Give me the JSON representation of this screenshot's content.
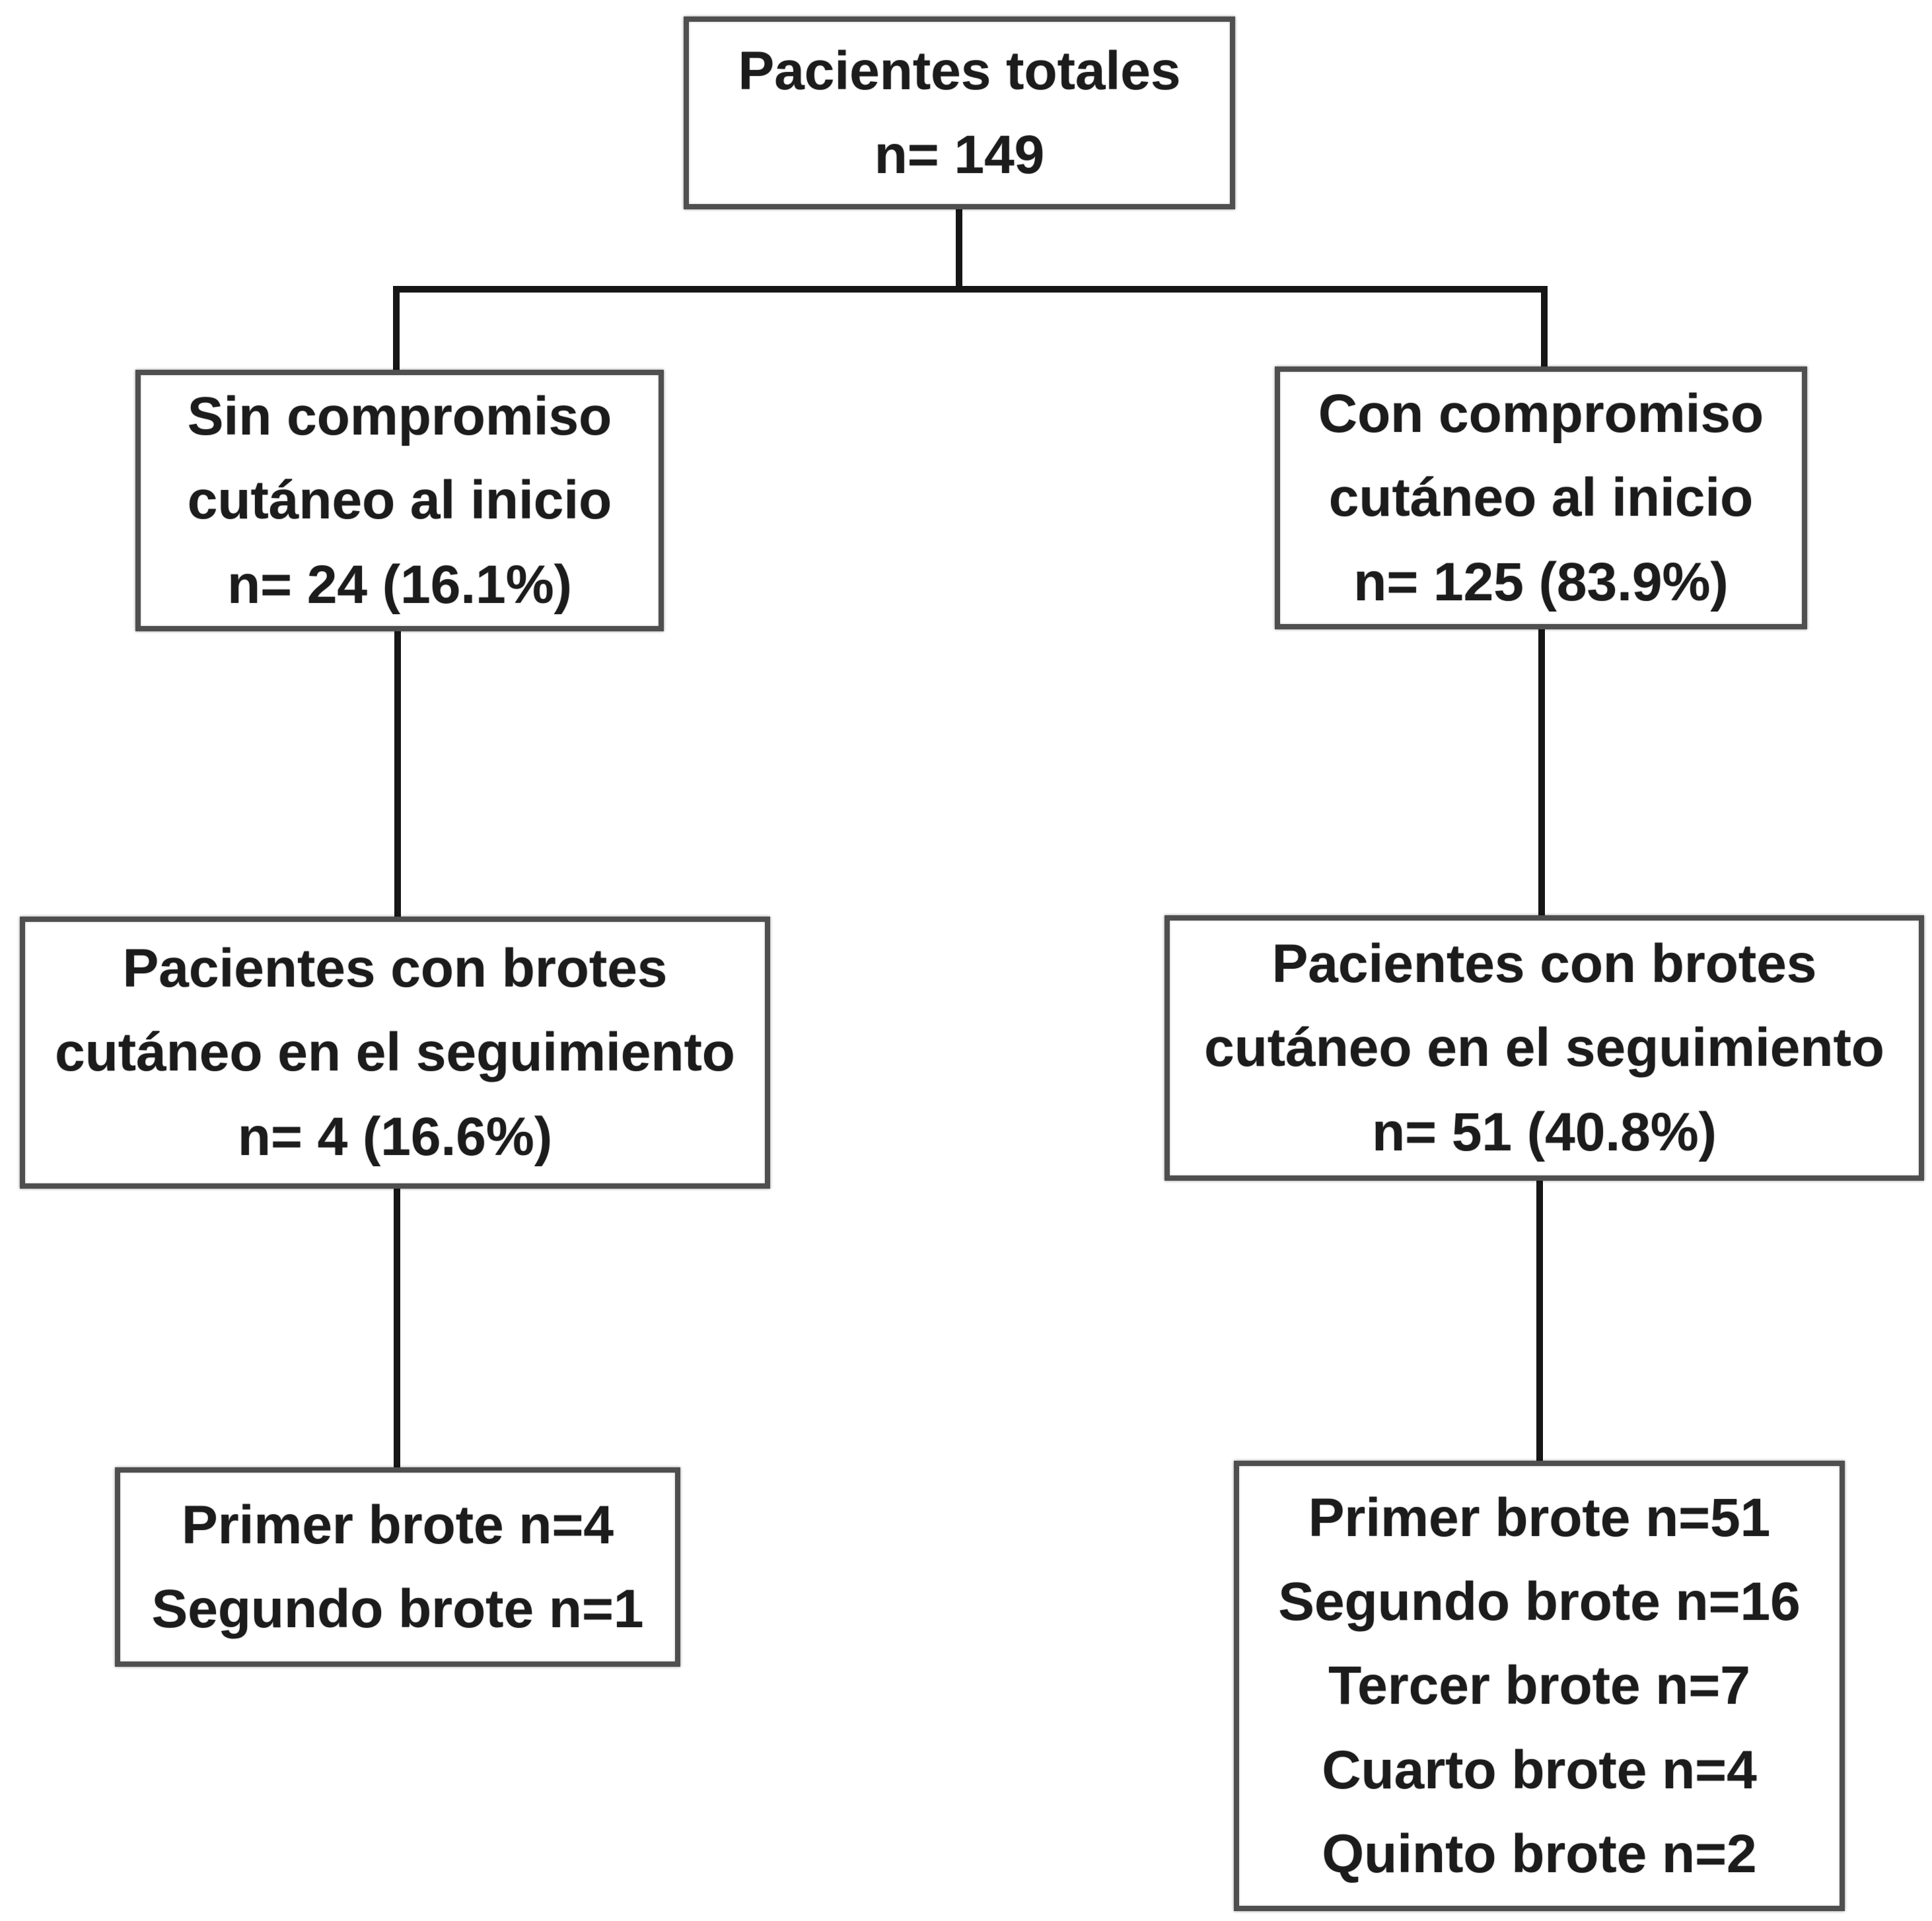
{
  "figure": {
    "background_color": "#ffffff",
    "box_border_color": "#4f4f4f",
    "connector_color": "#161616",
    "text_color": "#1c1c1c",
    "type": "patient-flow-diagram"
  },
  "nodes": {
    "total": {
      "lines": [
        "Pacientes totales",
        "n= 149"
      ]
    },
    "sin_compromiso": {
      "lines": [
        "Sin compromiso",
        "cutáneo al inicio",
        "n= 24 (16.1%)"
      ]
    },
    "con_compromiso": {
      "lines": [
        "Con compromiso",
        "cutáneo al inicio",
        "n= 125 (83.9%)"
      ]
    },
    "brotes_seguimiento_sin": {
      "lines": [
        "Pacientes con brotes",
        "cutáneo en el seguimiento",
        "n= 4 (16.6%)"
      ]
    },
    "brotes_seguimiento_con": {
      "lines": [
        "Pacientes con brotes",
        "cutáneo en el seguimiento",
        "n= 51 (40.8%)"
      ]
    },
    "detalle_brotes_sin": {
      "lines": [
        "Primer brote n=4",
        "Segundo brote n=1"
      ]
    },
    "detalle_brotes_con": {
      "lines": [
        "Primer brote n=51",
        "Segundo brote n=16",
        "Tercer brote n=7",
        "Cuarto brote n=4",
        "Quinto brote n=2"
      ]
    }
  }
}
